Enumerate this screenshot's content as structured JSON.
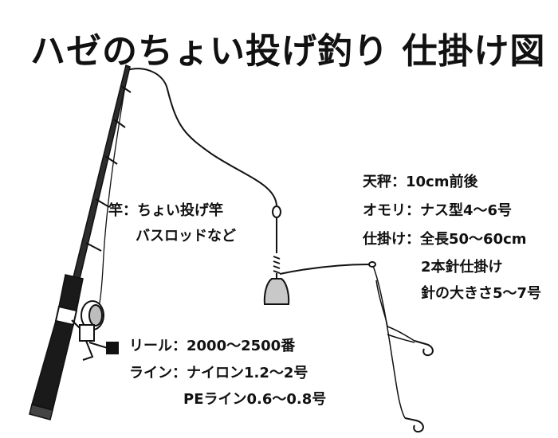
{
  "title": "ハゼのちょい投げ釣り 仕掛け図",
  "rod": {
    "line1": "竿：ちょい投げ竿",
    "line2": "バスロッドなど"
  },
  "rig": {
    "tenbin": "天秤：10cm前後",
    "omori": "オモリ：ナス型4～6号",
    "shikake": "仕掛け：全長50～60cm",
    "hooks": "2本針仕掛け",
    "size": "針の大きさ5～7号"
  },
  "reel": {
    "reel": "リール：2000～2500番",
    "line": "ライン：ナイロン1.2～2号",
    "pe": "PEライン0.6～0.8号"
  },
  "colors": {
    "ink": "#111111",
    "sinker": "#c8c8c8",
    "rod": "#222222"
  }
}
